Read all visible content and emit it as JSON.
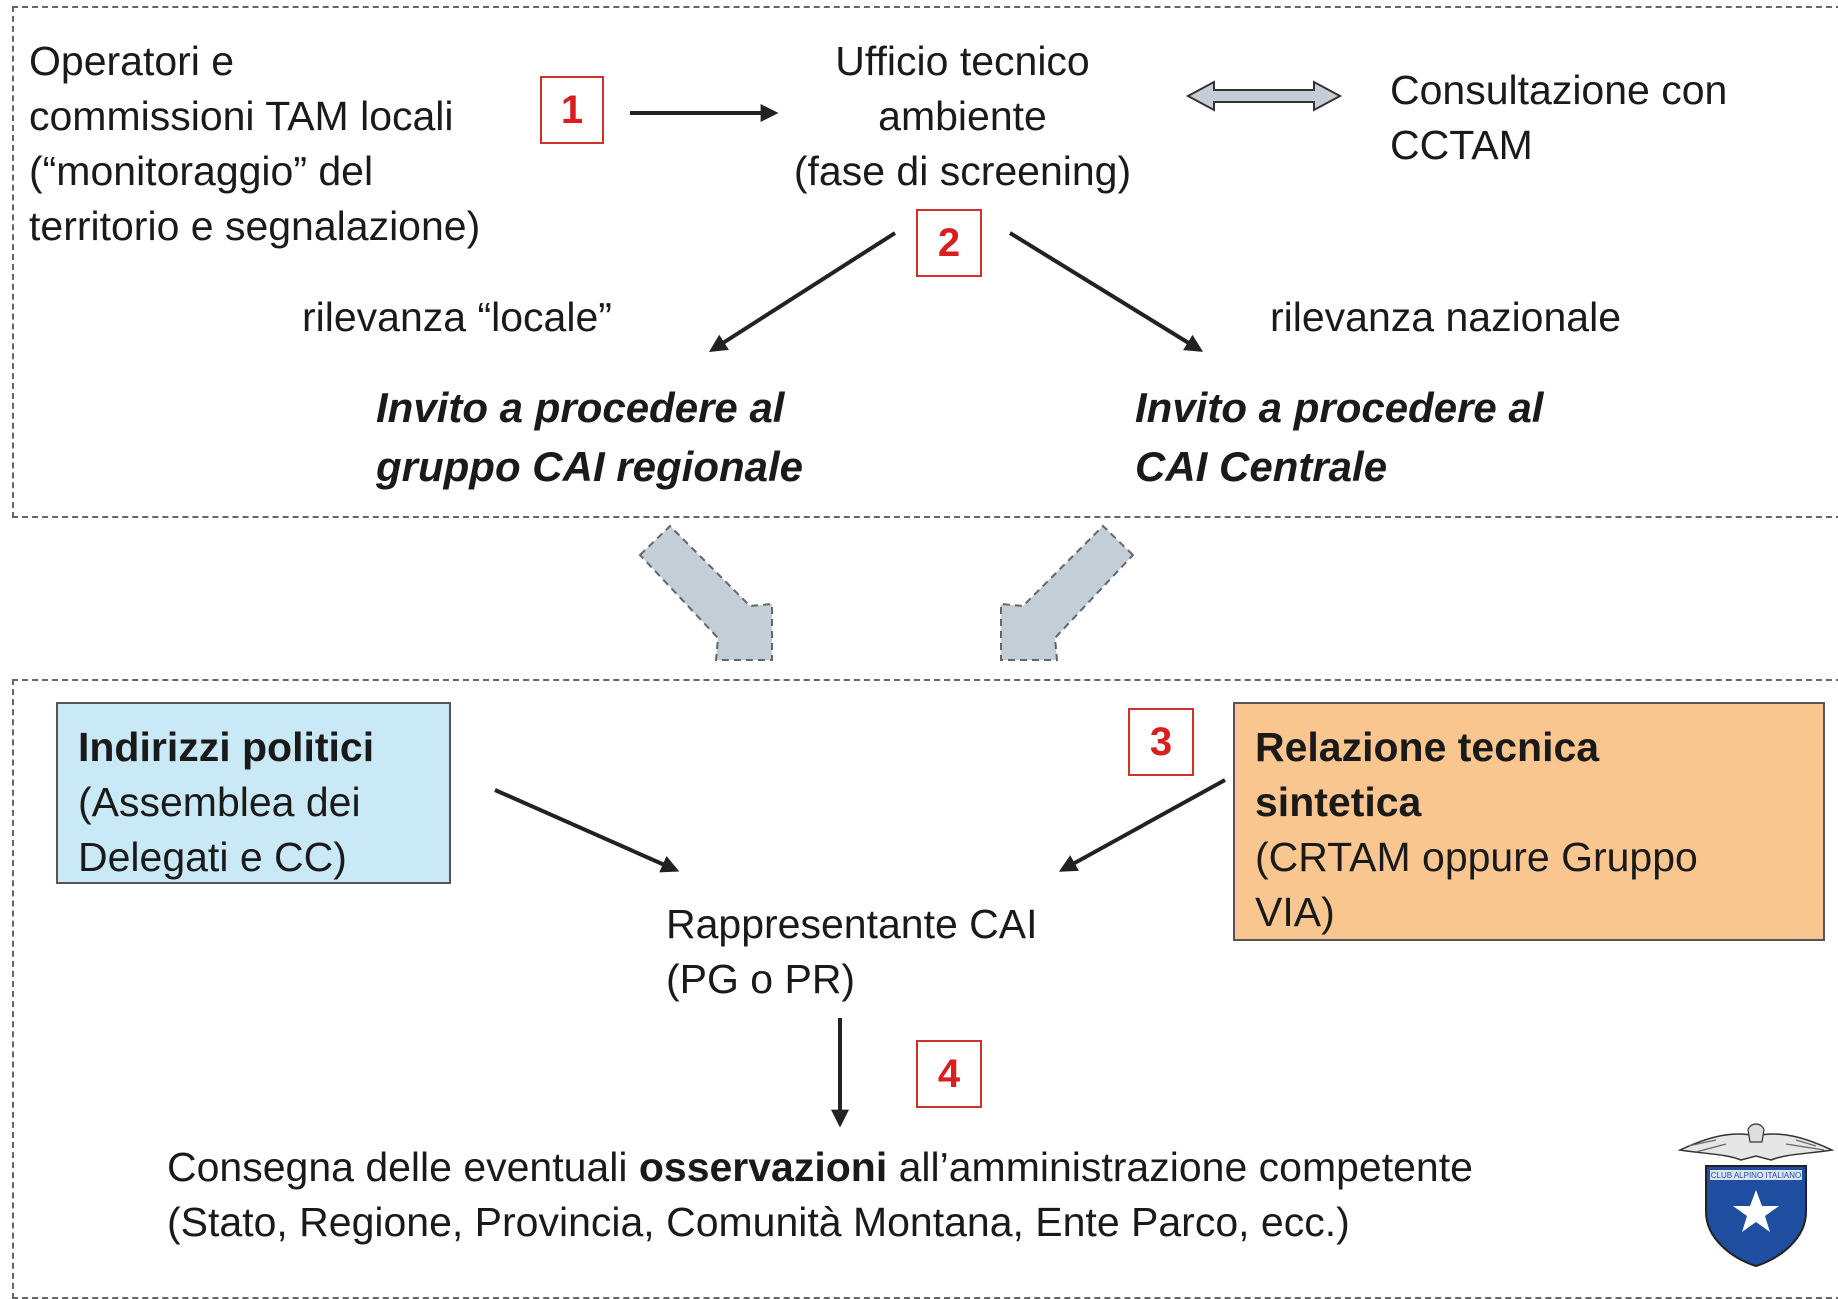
{
  "top": {
    "operatori": [
      "Operatori e",
      "commissioni TAM locali",
      "(“monitoraggio” del",
      "territorio e segnalazione)"
    ],
    "ufficio": [
      "Ufficio tecnico",
      "ambiente",
      "(fase di screening)"
    ],
    "consultazione": [
      "Consultazione con",
      "CCTAM"
    ],
    "badge1": "1",
    "badge2": "2",
    "rilevanza_locale": "rilevanza “locale”",
    "rilevanza_nazionale": "rilevanza nazionale",
    "invito_regionale": [
      "Invito a procedere al",
      "gruppo CAI regionale"
    ],
    "invito_centrale": [
      "Invito a procedere al",
      "CAI Centrale"
    ]
  },
  "bottom": {
    "indirizzi_title": "Indirizzi politici",
    "indirizzi_text": [
      "(Assemblea dei",
      "Delegati e CC)"
    ],
    "badge3": "3",
    "relazione_title": [
      "Relazione tecnica",
      "sintetica"
    ],
    "relazione_text": [
      "(CRTAM oppure Gruppo",
      "VIA)"
    ],
    "rappresentante": [
      "Rappresentante CAI",
      "(PG o PR)"
    ],
    "badge4": "4",
    "consegna_pre": "Consegna delle eventuali ",
    "consegna_bold": "osservazioni",
    "consegna_post": " all’amministrazione competente",
    "consegna_line2": "(Stato, Regione, Provincia, Comunità Montana, Ente Parco, ecc.)"
  },
  "logo": {
    "ring_text": "CLUB ALPINO ITALIANO"
  },
  "colors": {
    "badge_red": "#d81e1e",
    "indirizzi_fill": "#c9e9f6",
    "relazione_fill": "#f9c690",
    "big_arrow_fill": "#c3ced6",
    "logo_blue": "#1f4ea1"
  }
}
